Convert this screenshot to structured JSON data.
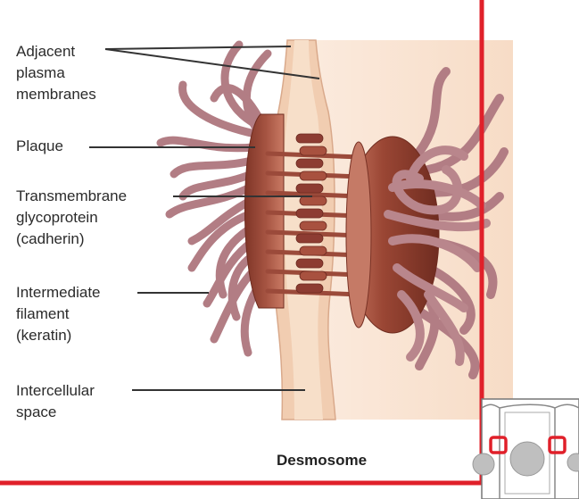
{
  "diagram": {
    "labels": {
      "adjacent_membranes": "Adjacent\nplasma\nmembranes",
      "plaque": "Plaque",
      "transmembrane": "Transmembrane\nglycoprotein\n(cadherin)",
      "intermediate_filament": "Intermediate\nfilament\n(keratin)",
      "intercellular_space": "Intercellular\nspace"
    },
    "title": "Desmosome"
  },
  "colors": {
    "frame": "#e0202a",
    "membrane": "#f3d6be",
    "cytoplasm": "#f9e6d6",
    "plaque": "#9e4a38",
    "filament": "#b27d84",
    "cadherin": "#8d3c32",
    "leader": "#333333",
    "inset_frame": "#777777",
    "nucleus": "#bfbfbf",
    "marker": "#e0202a"
  }
}
